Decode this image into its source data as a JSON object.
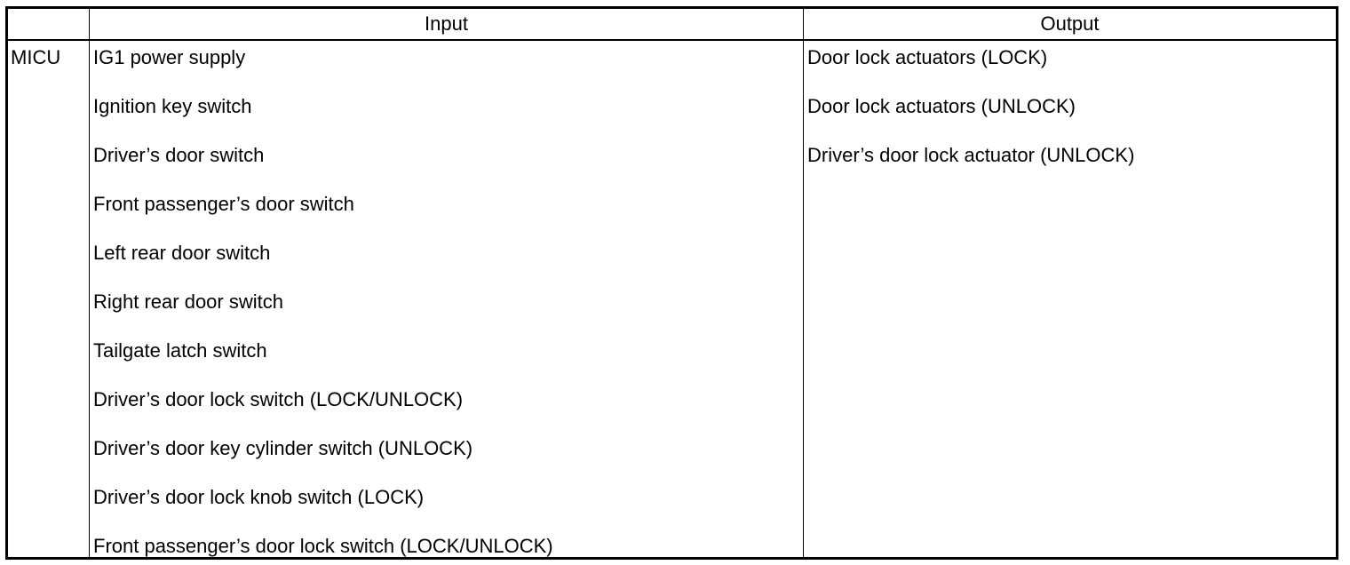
{
  "table": {
    "headers": {
      "blank": "",
      "input": "Input",
      "output": "Output"
    },
    "unit": "MICU",
    "inputs": [
      "IG1 power supply",
      "Ignition key switch",
      "Driver’s door switch",
      "Front passenger’s door switch",
      "Left rear door switch",
      "Right rear door switch",
      "Tailgate latch switch",
      "Driver’s door lock switch (LOCK/UNLOCK)",
      "Driver’s door key cylinder switch (UNLOCK)",
      "Driver’s door lock knob switch (LOCK)",
      "Front passenger’s door lock switch (LOCK/UNLOCK)"
    ],
    "outputs": [
      "Door lock actuators (LOCK)",
      "Door lock actuators (UNLOCK)",
      "Driver’s door lock actuator (UNLOCK)"
    ]
  }
}
